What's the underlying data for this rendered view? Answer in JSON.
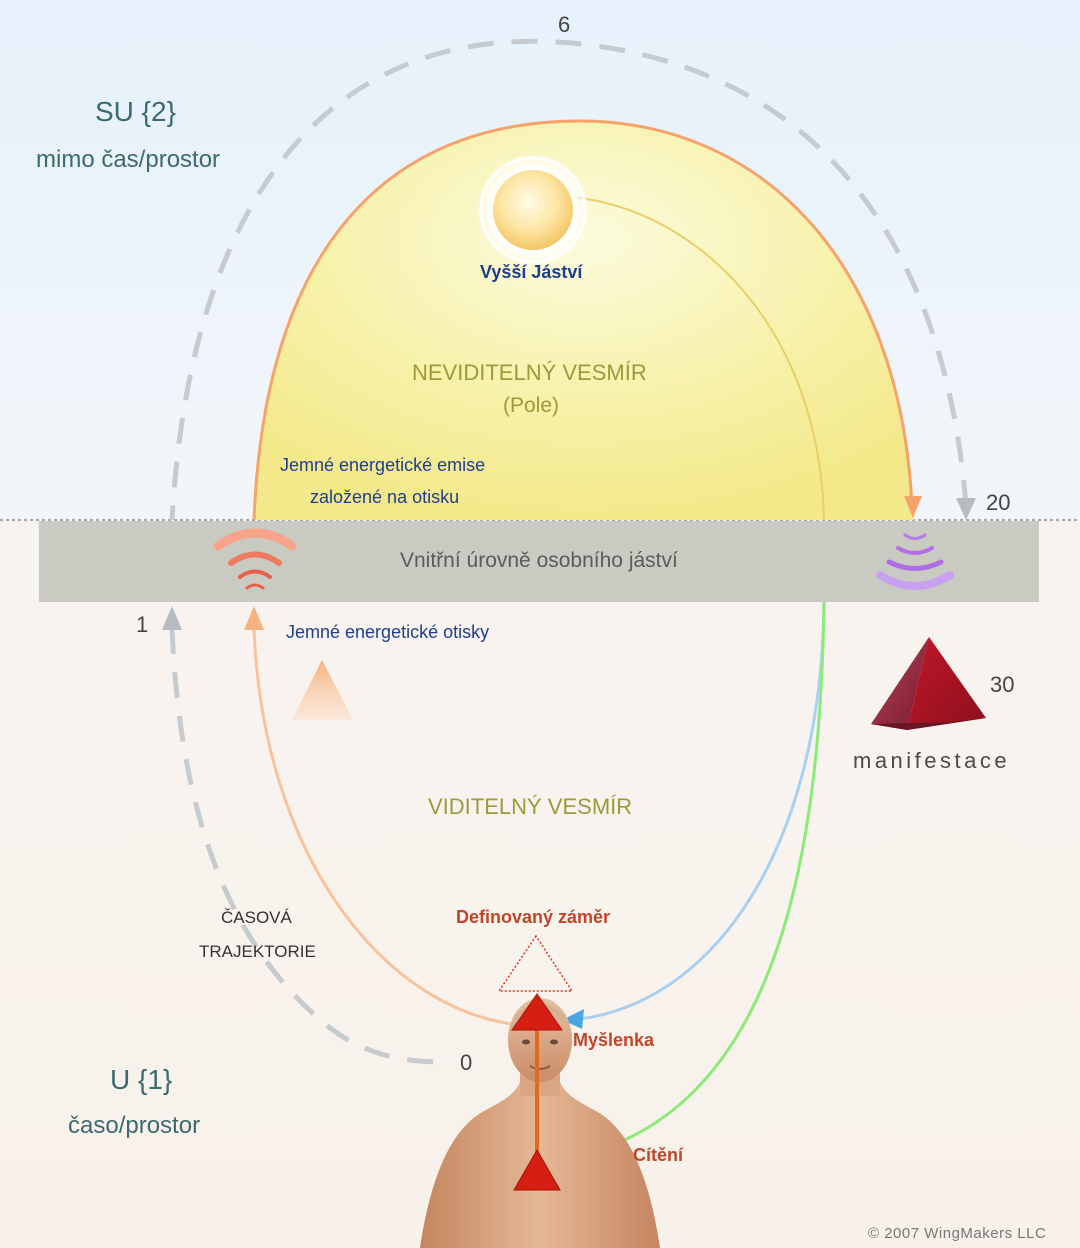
{
  "zones": {
    "su_title": "SU {2}",
    "su_subtitle": "mimo čas/prostor",
    "u_title": "U {1}",
    "u_subtitle": "časo/prostor"
  },
  "numbers": {
    "six": "6",
    "twenty": "20",
    "one": "1",
    "thirty": "30",
    "zero": "0"
  },
  "labels": {
    "higher_self": "Vyšší Jáství",
    "invisible_universe": "NEVIDITELNÝ VESMÍR",
    "field": "(Pole)",
    "emission_line1": "Jemné energetické emise",
    "emission_line2": "založené na otisku",
    "inner_levels": "Vnitřní úrovně osobního jáství",
    "imprints": "Jemné energetické otisky",
    "manifestation": "manifestace",
    "visible_universe": "VIDITELNÝ VESMÍR",
    "time_line1": "ČASOVÁ",
    "time_line2": "TRAJEKTORIE",
    "defined_intent": "Definovaný záměr",
    "thought": "Myšlenka",
    "feeling": "Cítění",
    "copyright": "© 2007 WingMakers LLC"
  },
  "colors": {
    "orange_arc": "#f5a36a",
    "yellow_dome": "#f6ee9c",
    "blue_path": "#9ec9ee",
    "green_path": "#7ee86a",
    "dashed_path": "#c6cbd0",
    "purple_waves": "#b36fe8",
    "red_waves": "#f07a60",
    "pyramid": "#9a2036",
    "red_triangle": "#d41f12"
  },
  "icons": {
    "sun": "sun-icon",
    "emission_waves": "emission-waves-icon",
    "reception_waves": "reception-waves-icon",
    "pyramid": "pyramid-icon",
    "human": "human-figure-icon"
  }
}
